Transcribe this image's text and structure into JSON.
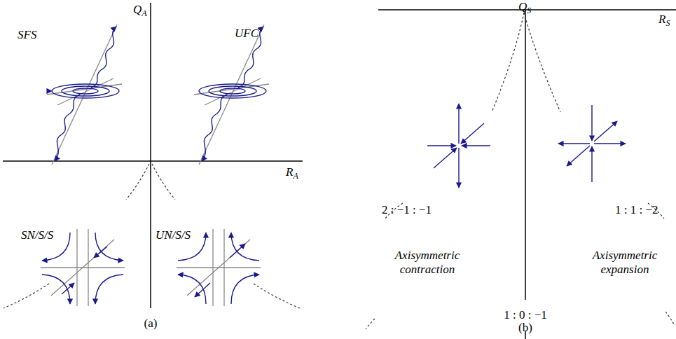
{
  "diagram": {
    "labels": [
      "SFS",
      "QA",
      "UFC",
      "RA",
      "SN/S/S",
      "UN/S/S",
      "(a)",
      "QS",
      "RS",
      "2 : −1 : −1",
      "1 : 1 : −2",
      "Axisymmetric contraction",
      "Axisymmetric expansion",
      "1 : 0 : −1",
      "(b)"
    ]
  }
}
